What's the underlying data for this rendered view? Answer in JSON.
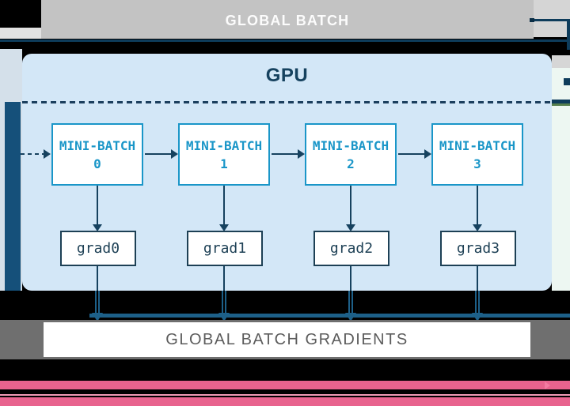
{
  "top_bar": {
    "label": "GLOBAL BATCH"
  },
  "gpu_panel": {
    "label": "GPU"
  },
  "mini_batches": [
    {
      "label": "MINI-BATCH",
      "index": "0"
    },
    {
      "label": "MINI-BATCH",
      "index": "1"
    },
    {
      "label": "MINI-BATCH",
      "index": "2"
    },
    {
      "label": "MINI-BATCH",
      "index": "3"
    }
  ],
  "gradients": [
    {
      "label": "grad0"
    },
    {
      "label": "grad1"
    },
    {
      "label": "grad2"
    },
    {
      "label": "grad3"
    }
  ],
  "bottom_bar": {
    "label": "GLOBAL BATCH GRADIENTS"
  },
  "colors": {
    "background": "#000000",
    "top_bar_gray": "#c3c3c3",
    "gpu_panel_blue": "#d3e7f7",
    "mini_batch_blue": "#1a96c8",
    "navy": "#16425f",
    "collector_blue": "#1d6089",
    "bottom_bar_gray": "#6f6f6f",
    "bottom_text_gray": "#5c5c5c",
    "pink": "#e8638e"
  }
}
